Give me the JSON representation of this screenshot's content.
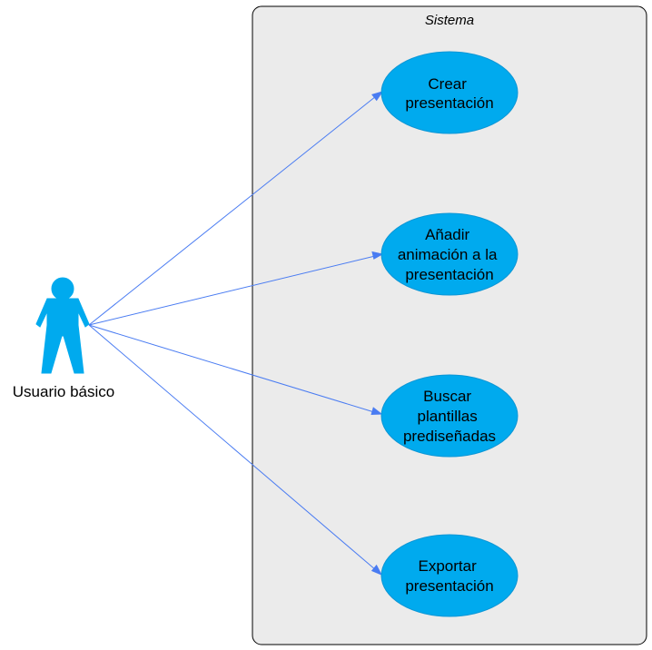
{
  "system": {
    "title": "Sistema"
  },
  "actor": {
    "name": "Usuario básico"
  },
  "use_cases": [
    {
      "id": "crear",
      "lines": [
        "Crear",
        "presentación"
      ]
    },
    {
      "id": "animacion",
      "lines": [
        "Añadir",
        "animación a la",
        "presentación"
      ]
    },
    {
      "id": "plantillas",
      "lines": [
        "Buscar",
        "plantillas",
        "prediseñadas"
      ]
    },
    {
      "id": "exportar",
      "lines": [
        "Exportar",
        "presentación"
      ]
    }
  ],
  "colors": {
    "use_case_fill": "#00aaee",
    "actor_fill": "#00aaee",
    "connector": "#4a7cf2",
    "system_fill": "#ebebeb"
  }
}
